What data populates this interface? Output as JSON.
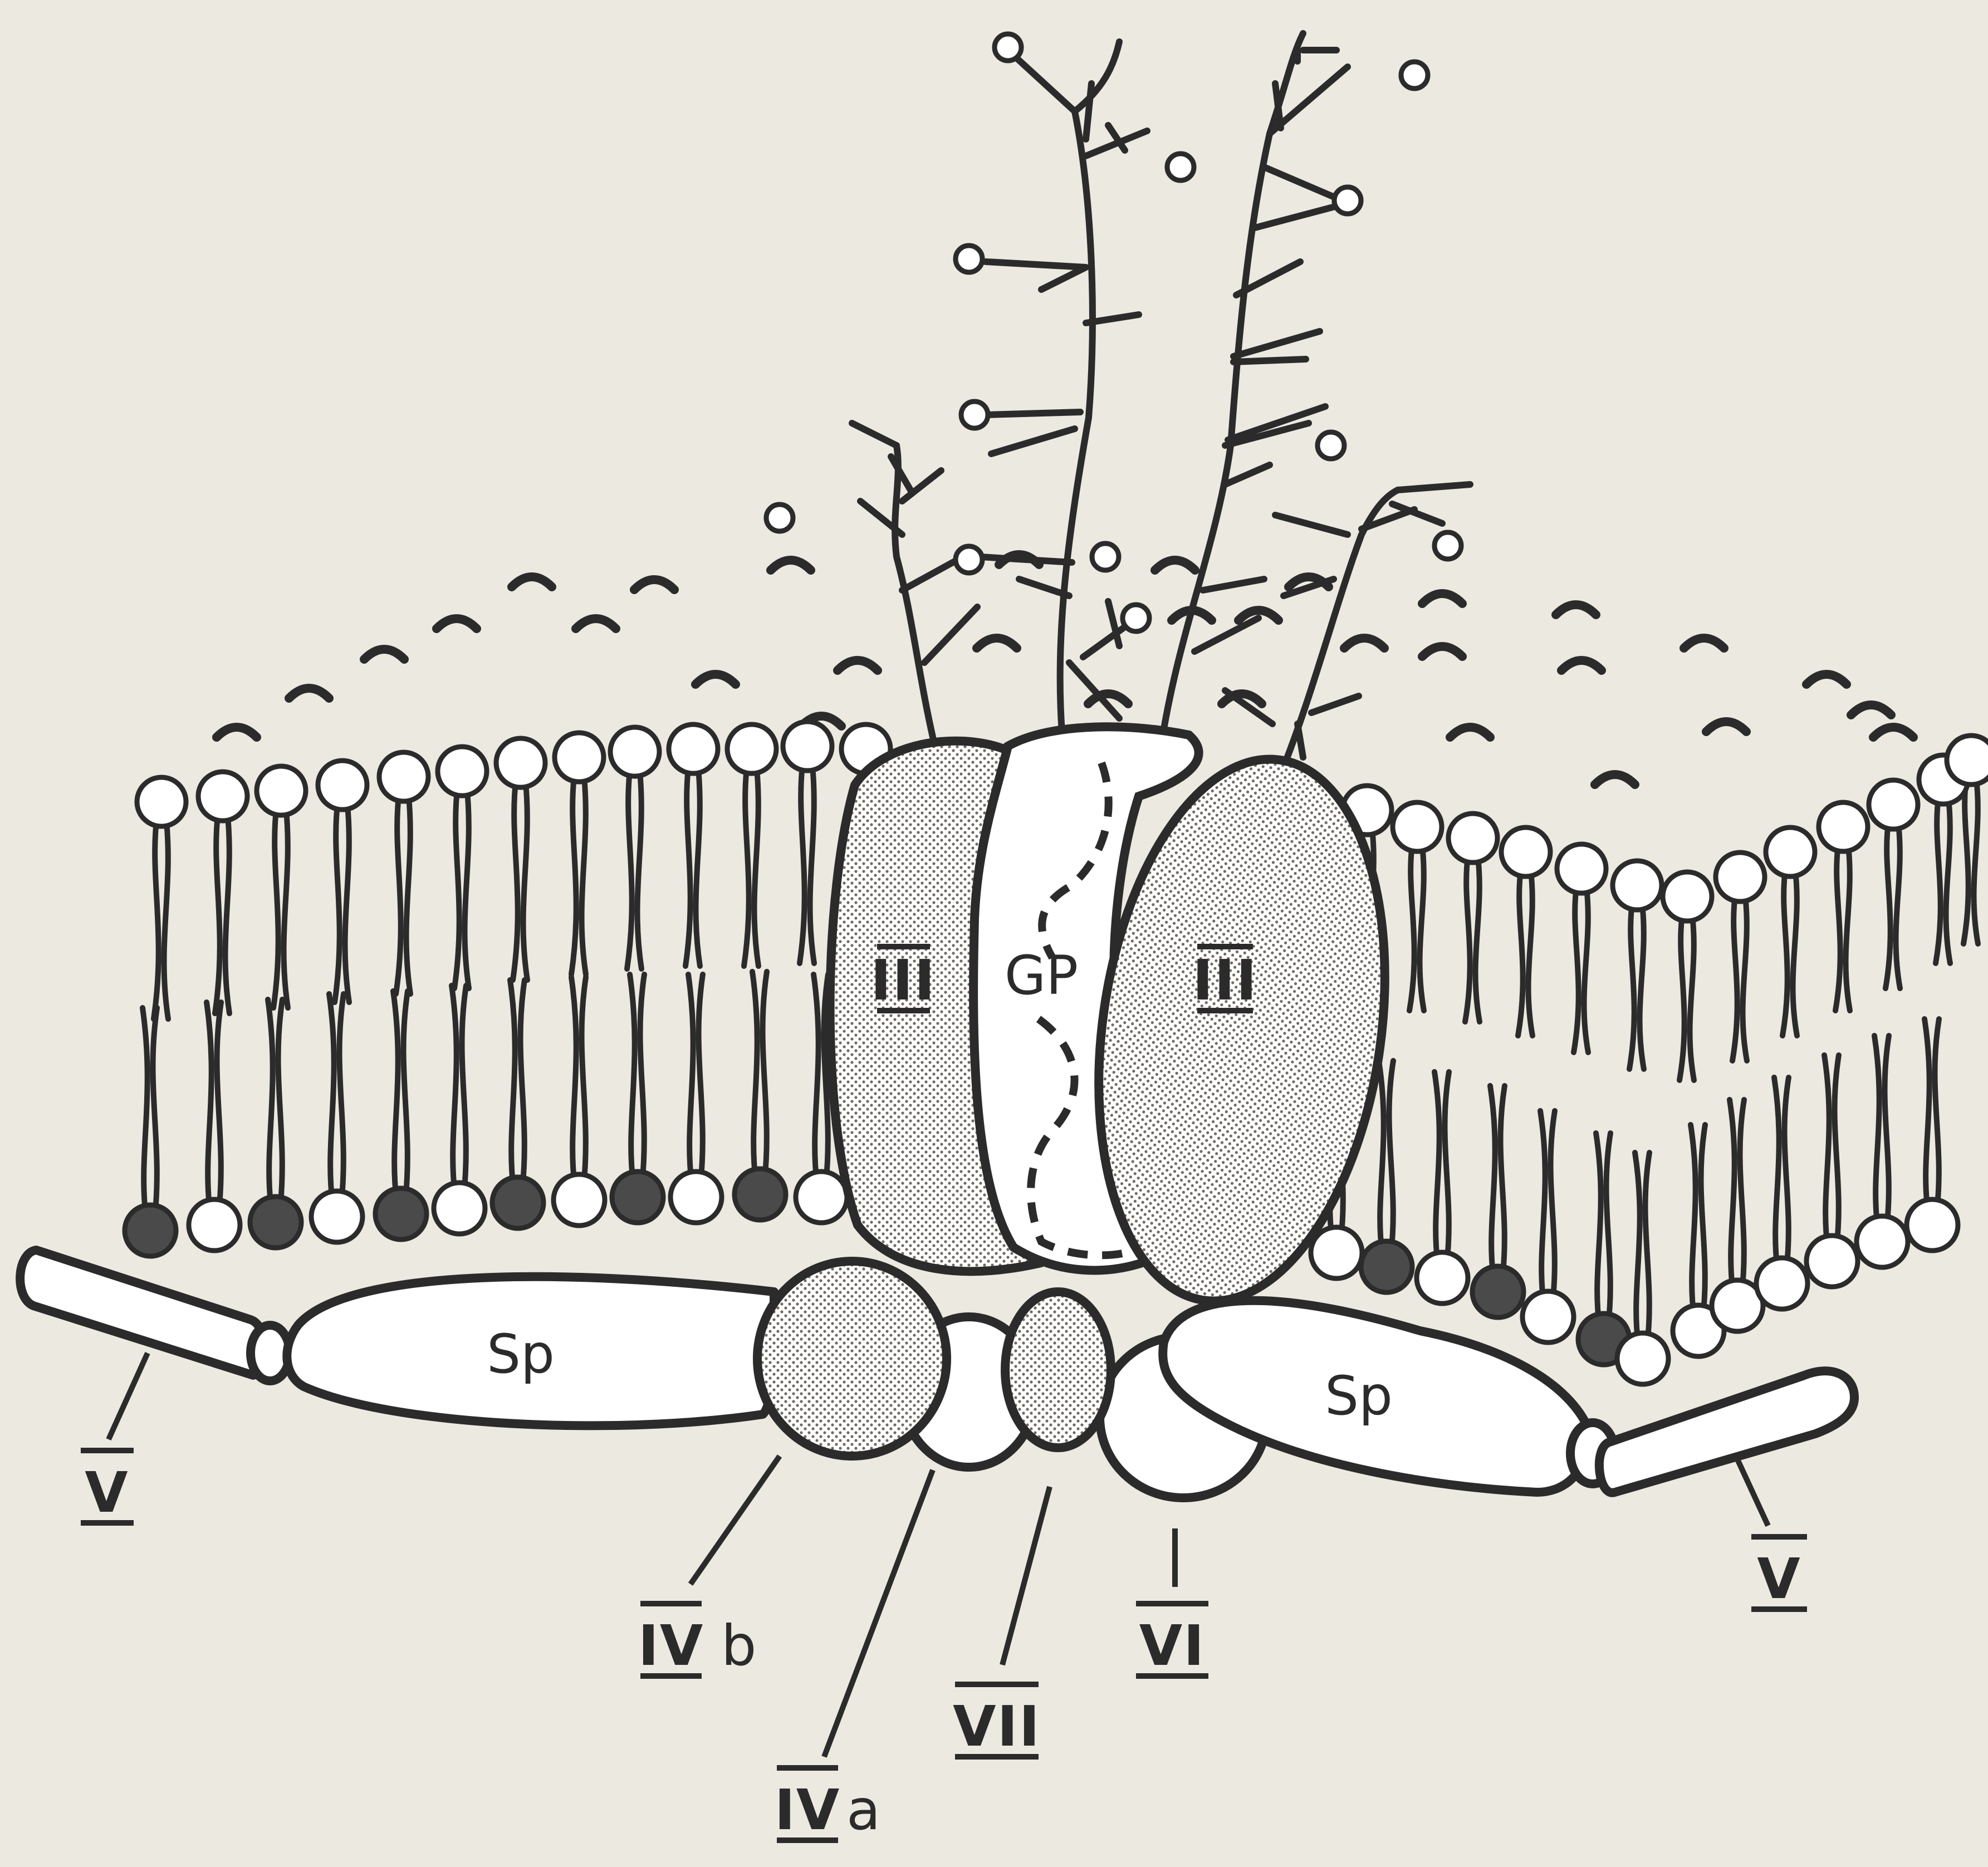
{
  "diagram": {
    "protein_labels": {
      "band3_left": "III",
      "band3_right": "III",
      "glycophorin": "GP",
      "spectrin_left": "Sp",
      "spectrin_right": "Sp",
      "band5_left": "V",
      "band5_right": "V",
      "band4_1b": "IV",
      "band4_1b_suffix": "b",
      "band4_1a": "IV",
      "band4_1a_suffix": "a",
      "band7": "VII",
      "band6": "VI"
    },
    "colors": {
      "background": "#ece9e0",
      "ink": "#2b2b2b",
      "stipple": "#6f6a62",
      "dark_head": "#4a4a4a",
      "light_head": "#ffffff"
    }
  }
}
